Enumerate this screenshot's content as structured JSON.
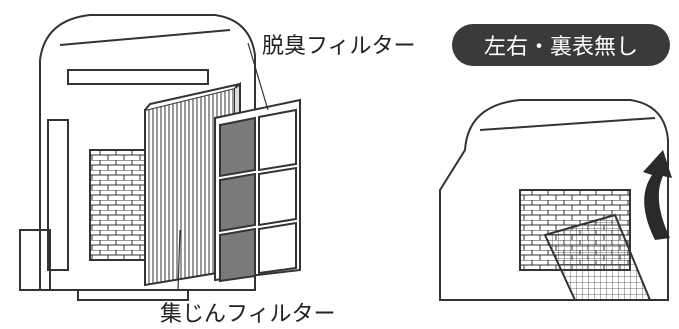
{
  "labels": {
    "deodorizing_filter": "脱臭フィルター",
    "dust_filter": "集じんフィルター",
    "note_badge": "左右・裏表無し"
  },
  "colors": {
    "line": "#333333",
    "panel_dark": "#7a7a7a",
    "badge_bg": "#3a3a3a",
    "badge_text": "#ffffff"
  },
  "icons": [
    "rotate-arrow-icon"
  ]
}
